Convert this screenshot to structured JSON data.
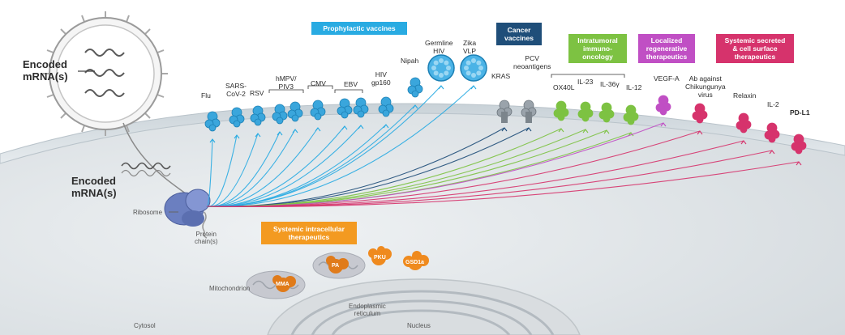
{
  "encoded_mrna_virus": "Encoded\nmRNA(s)",
  "encoded_mrna_cell": "Encoded\nmRNA(s)",
  "ribosome": "Ribosome",
  "protein_chain": "Protein\nchain(s)",
  "categories": {
    "prophylactic": "Prophylactic vaccines",
    "cancer": "Cancer\nvaccines",
    "intratumoral": "Intratumoral\nimmuno-\noncology",
    "localized": "Localized\nregenerative\ntherapeutics",
    "systemic_secreted": "Systemic secreted\n& cell surface\ntherapeutics",
    "systemic_intracellular": "Systemic intracellular\ntherapeutics"
  },
  "targets": {
    "flu": "Flu",
    "sars": "SARS-\nCoV-2",
    "rsv": "RSV",
    "hmpv": "hMPV/\nPIV3",
    "cmv": "CMV",
    "ebv": "EBV",
    "hiv_gp160": "HIV\ngp160",
    "nipah": "Nipah",
    "germline_hiv": "Germline\nHIV",
    "zika": "Zika\nVLP",
    "kras": "KRAS",
    "pcv": "PCV\nneoantigens",
    "ox40l": "OX40L",
    "il23": "IL-23",
    "il36": "IL-36γ",
    "il12": "IL-12",
    "vegfa": "VEGF-A",
    "chik": "Ab against\nChikungunya\nvirus",
    "relaxin": "Relaxin",
    "il2": "IL-2",
    "pdl1": "PD-L1"
  },
  "organelles": {
    "mma": "MMA",
    "pa": "PA",
    "pku": "PKU",
    "gsd1a": "GSD1a",
    "mitochondrion": "Mitochondrion",
    "er": "Endoplasmic\nreticulum",
    "cytosol": "Cytosol",
    "nucleus": "Nucleus"
  },
  "colors": {
    "prophylactic": "#29abe2",
    "cancer": "#1f4e79",
    "intratumoral": "#7dc242",
    "localized": "#c04fc4",
    "systemic_secreted": "#d6336c",
    "systemic_intracellular": "#f39a21",
    "ribosome": "#6b7fc0"
  }
}
